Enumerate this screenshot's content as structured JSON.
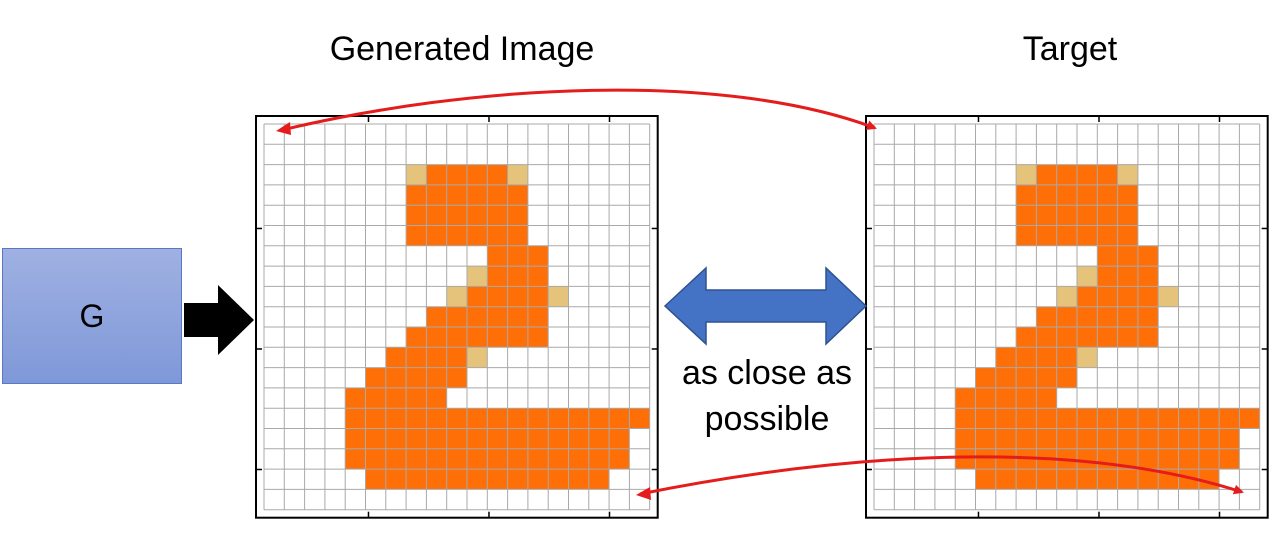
{
  "titles": {
    "generated": "Generated Image",
    "target": "Target"
  },
  "generator": {
    "label": "G"
  },
  "comparison": {
    "label_line1": "as close as",
    "label_line2": "possible"
  },
  "colors": {
    "filled": "#ff6f08",
    "light_filled": "#e5c37a",
    "grid_line": "#a9a9a9",
    "frame": "#000000",
    "generator_box": "#8fa5de",
    "double_arrow": "#4472c4",
    "curved_arrow": "#e41c1c",
    "black_arrow": "#000000"
  },
  "pixel_grid": {
    "rows": 19,
    "cols": 19,
    "filled_key": "#=filled, +=light, .=empty",
    "generated": [
      "...................",
      "...................",
      ".......+####+......",
      ".......######......",
      ".......######......",
      ".......######......",
      "...........###.....",
      "..........+###.....",
      ".........+####+....",
      "........######.....",
      ".......#######.....",
      "......####+........",
      ".....#####.........",
      "....#####..........",
      "....###############",
      "....##############.",
      "....##############.",
      ".....############..",
      "..................."
    ],
    "target": [
      "...................",
      "...................",
      ".......+####+......",
      ".......######......",
      ".......######......",
      ".......######......",
      "...........###.....",
      "..........+###.....",
      ".........+####+....",
      "........######.....",
      ".......#######.....",
      "......####+........",
      ".....#####.........",
      "....#####..........",
      "....###############",
      "....##############.",
      "....##############.",
      ".....############..",
      "..................."
    ]
  }
}
